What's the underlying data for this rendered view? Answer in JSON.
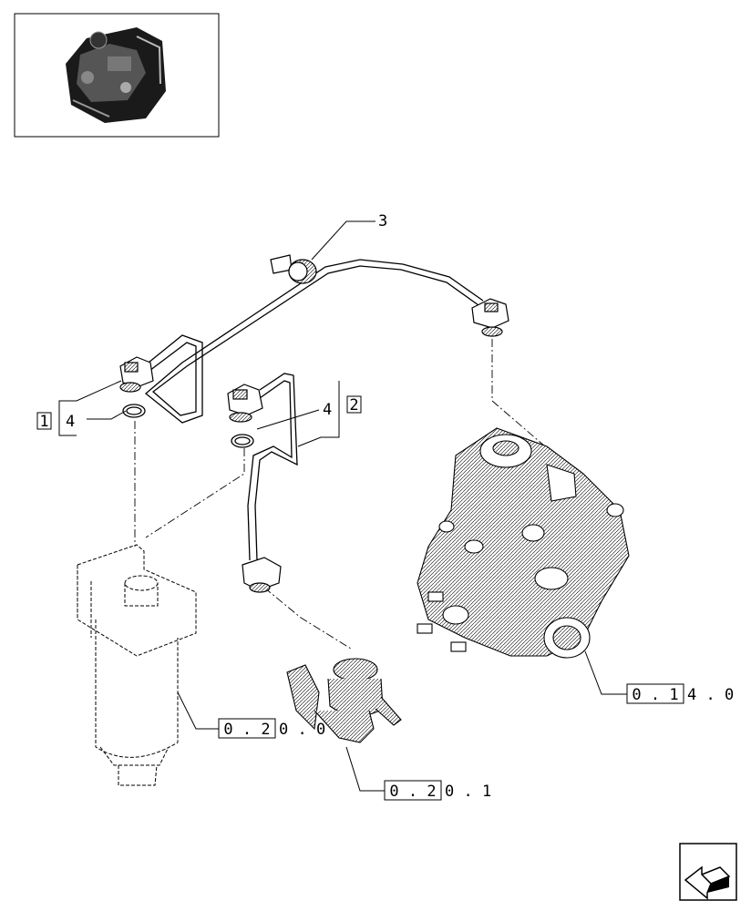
{
  "callouts": {
    "item_1": "1",
    "item_2": "2",
    "item_3": "3",
    "item_4_left": "4",
    "item_4_right": "4"
  },
  "references": {
    "filter": {
      "boxed": "0 . 2",
      "rest": "0 . 0"
    },
    "feed_pump": {
      "boxed": "0 . 2",
      "rest": "0 . 1"
    },
    "injection_pump": {
      "boxed": "0 . 1",
      "rest": "4 . 0"
    }
  },
  "icons": {
    "thumbnail": "engine-thumbnail-icon",
    "navigation": "next-page-arrow-icon"
  }
}
